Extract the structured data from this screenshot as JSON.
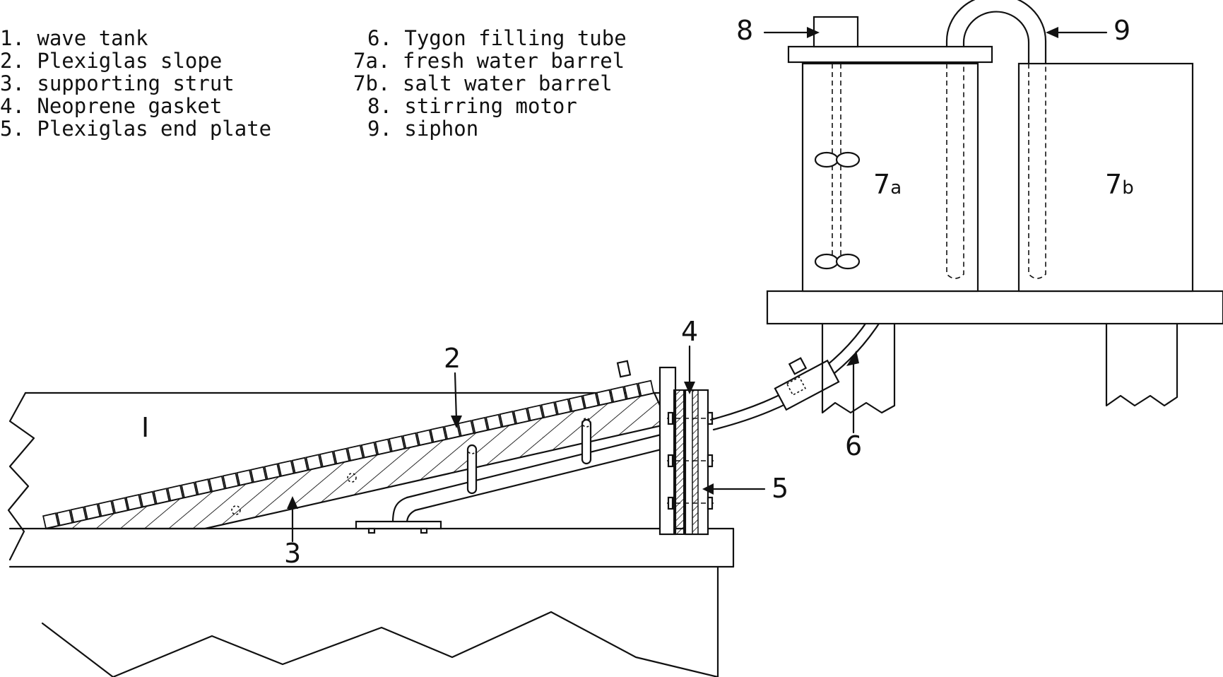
{
  "legend": {
    "left": [
      {
        "num": "1.",
        "text": "wave tank"
      },
      {
        "num": "2.",
        "text": "Plexiglas slope"
      },
      {
        "num": "3.",
        "text": "supporting strut"
      },
      {
        "num": "4.",
        "text": "Neoprene gasket"
      },
      {
        "num": "5.",
        "text": "Plexiglas end plate"
      }
    ],
    "right": [
      {
        "num": "6.",
        "text": "Tygon filling tube"
      },
      {
        "num": "7a.",
        "text": "fresh water barrel"
      },
      {
        "num": "7b.",
        "text": "salt water barrel"
      },
      {
        "num": "8.",
        "text": "stirring motor"
      },
      {
        "num": "9.",
        "text": "siphon"
      }
    ]
  },
  "callouts": {
    "wave_tank": "I",
    "slope": "2",
    "strut": "3",
    "gasket": "4",
    "end_plate": "5",
    "filling_tube": "6",
    "fresh_barrel": "7a",
    "salt_barrel": "7b",
    "motor": "8",
    "siphon": "9"
  }
}
